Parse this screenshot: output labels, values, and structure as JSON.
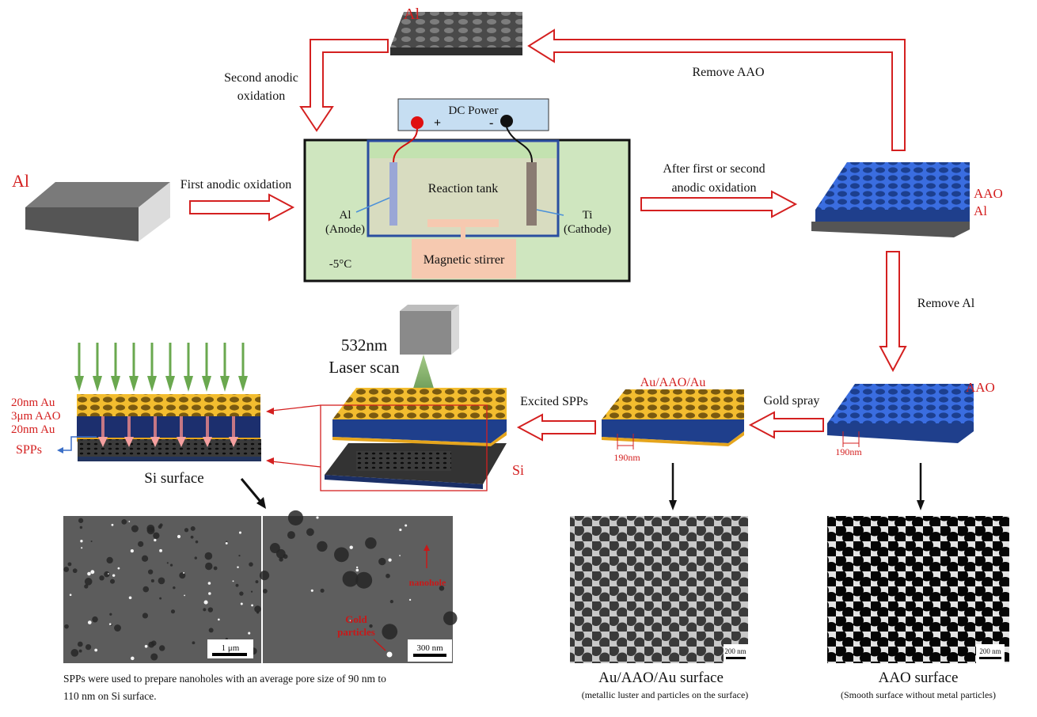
{
  "top_plate": {
    "label": "Al"
  },
  "second_oxidation": {
    "line1": "Second anodic",
    "line2": "oxidation"
  },
  "remove_aao": "Remove AAO",
  "al_block": {
    "label": "Al"
  },
  "first_oxidation": "First anodic oxidation",
  "tank": {
    "dc_power": "DC Power",
    "plus": "+",
    "minus": "-",
    "reaction_tank": "Reaction tank",
    "anode_line1": "Al",
    "anode_line2": "(Anode)",
    "cathode_line1": "Ti",
    "cathode_line2": "(Cathode)",
    "temperature": "-5°C",
    "stirrer": "Magnetic stirrer"
  },
  "after_oxidation": {
    "line1": "After first or second",
    "line2": "anodic oxidation"
  },
  "aao_al_plate": {
    "aao": "AAO",
    "al": "Al"
  },
  "remove_al": "Remove Al",
  "aao_plate": {
    "label": "AAO",
    "pitch": "190nm"
  },
  "gold_spray": "Gold spray",
  "au_plate": {
    "label": "Au/AAO/Au",
    "pitch": "190nm"
  },
  "excited_spps": "Excited SPPs",
  "laser": {
    "line1": "532nm",
    "line2": "Laser scan"
  },
  "si_label": "Si",
  "stack": {
    "layer1": "20nm Au",
    "layer2": "3μm AAO",
    "layer3": "20nm Au",
    "spps": "SPPs",
    "surface": "Si surface"
  },
  "sem": {
    "scale1": "1 μm",
    "scale2": "300 nm",
    "nanohole": "nanohole",
    "gold_line1": "Gold",
    "gold_line2": "particles",
    "scale3": "200 nm",
    "scale4": "200 nm"
  },
  "captions": {
    "si_line1": "SPPs were used to prepare nanoholes with an average pore size of 90 nm to",
    "si_line2": "110 nm on Si surface.",
    "au_title": "Au/AAO/Au surface",
    "au_sub": "(metallic luster and particles on the surface)",
    "aao_title": "AAO surface",
    "aao_sub": "(Smooth surface without metal particles)"
  },
  "colors": {
    "accent_red": "#d42020",
    "aao_blue": "#2a55b8",
    "gold": "#f0b429",
    "tank_green": "#cfe6bf",
    "laser_green": "#6aa84f"
  }
}
